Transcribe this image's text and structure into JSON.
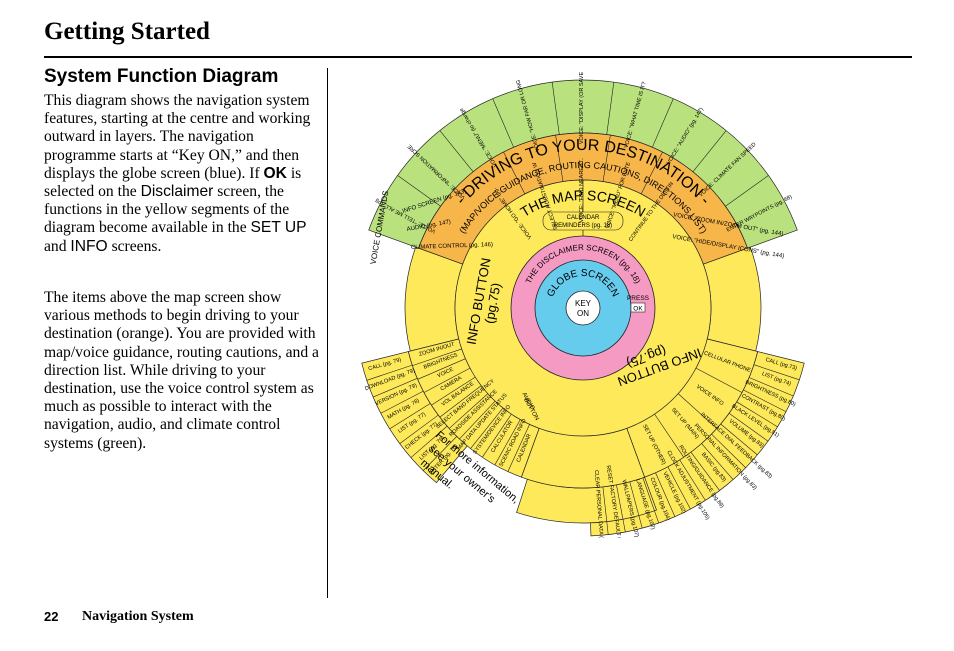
{
  "header": {
    "title": "Getting Started"
  },
  "section": {
    "heading": "System Function Diagram"
  },
  "para1": {
    "a": "This diagram shows the navigation system features, starting at the centre and working outward in layers. The navigation programme starts at “Key ON,” and then displays the globe screen (blue). If ",
    "ok": "OK",
    "b": " is selected on the ",
    "disclaimer": "Disclaimer",
    "c": " screen, the functions in the yellow segments of the diagram become available in the ",
    "setup": "SET UP",
    "d": " and ",
    "info": "INFO",
    "e": " screens."
  },
  "para2": {
    "text": "The items above the map screen show various methods to begin driving to your destination (orange). You are provided with map/voice guidance, routing cautions, and a direction list. While driving to your destination, use the voice control system as much as possible to interact with the navigation, audio, and climate control systems (green)."
  },
  "footer": {
    "page_number": "22",
    "title": "Navigation System"
  },
  "colors": {
    "center_white": "#ffffff",
    "globe_blue": "#66ccee",
    "disclaimer_pink": "#f59ac2",
    "map_yellow": "#fde95a",
    "yellow_outer": "#fde95a",
    "orange": "#f7b64a",
    "green": "#b9e27e",
    "purple": "#c9a6e0",
    "stroke": "#222222"
  },
  "diagram": {
    "key_on": {
      "line1": "KEY",
      "line2": "ON"
    },
    "globe_label": "GLOBE SCREEN",
    "disclaimer_label": "THE DISCLAIMER SCREEN (pg. 18)",
    "press_label": "PRESS",
    "ok_label": "OK",
    "map_screen_label": "THE MAP SCREEN",
    "calendar_reminders": {
      "line1": "CALENDAR",
      "line2": "REMINDERS (pg. 18)"
    },
    "info_button_left": {
      "line1": "INFO BUTTON",
      "line2": "(pg.75)"
    },
    "info_button_right": {
      "line1": "INFO BUTTON",
      "line2": "(pg.75)"
    },
    "audio_button": {
      "line1": "AUDIO",
      "line2": "BUTTON"
    },
    "driving_banner": "- DRIVING TO YOUR DESTINATION -",
    "guidance_banner": "(MAP/VOICE GUIDANCE, ROUTING CAUTIONS, DIRECTIONS LIST)",
    "voice_commands": "VOICE COMMANDS",
    "more_info": {
      "line1": "For more information,",
      "line2": "see your owner's",
      "line3": "manual."
    },
    "orange_items": [
      {
        "text": "VOICE: \"GO HOME\" (pg. 40)"
      },
      {
        "text": "SELECT A DESTINATION WITH (INTERFACE DIAL (pg. 21)"
      },
      {
        "text": "VOICE: \"FIND NEAREST...\" ATM, ETC. (pg. 54)"
      },
      {
        "text": "VOICE: \"MENU\" FOR ENTER DESTINATION SCREEN (pg. 22)"
      },
      {
        "text": "CONTINUE TO THE DESTINATION AFTER RESTART (pg. 67)"
      }
    ],
    "green_items": [
      {
        "text": "VOICE: \"TELL ME ALL\" (pg. 42)"
      },
      {
        "text": "VOICE: \"INFORMATION SCREEN\" (pg. 75)"
      },
      {
        "text": "VOICE: \"MENU\" (to change route) (pg. 62)"
      },
      {
        "text": "VOICE: \"HOW FAR OR LONG TO THE DESTINATION?\" (pg. 56)"
      },
      {
        "text": "VOICE: \"DISPLAY (OR SAVE) CURRENT LOCATION\" (pg. 21)"
      },
      {
        "text": "VOICE: \"WHAT TIME IS IT?\" (pg. 143)"
      },
      {
        "text": "VOICE: \"AUDIO\" (pg. 147)"
      },
      {
        "text": "VOICE: CLIMATE FAN SPEED (pg. 146)"
      },
      {
        "text": "ENTER WAYPOINTS (pg. 68)"
      }
    ],
    "upper_left_items": [
      {
        "text": "INFO SCREEN (pg. 143)"
      },
      {
        "text": "AUDIO (pg. 147)"
      },
      {
        "text": "CLIMATE CONTROL (pg. 146)"
      }
    ],
    "upper_right_items": [
      {
        "text": "VOICE: \"ZOOM IN/ZOOM OUT\" (pg. 144)"
      },
      {
        "text": "VOICE: \"HIDE/DISPLAY ICONS\" (pg. 144)"
      }
    ],
    "left_inner_items": [
      {
        "text": "CALENDAR"
      },
      {
        "text": "SCENIC ROAD INFO"
      },
      {
        "text": "CALCULATOR"
      },
      {
        "text": "SYSTEM/DEVICE INFO"
      },
      {
        "text": "MAP DATA UPDATE STATUS"
      },
      {
        "text": "ROADSIDE ASSISTANCE"
      },
      {
        "text": "SELECT BAND FREQUENCY"
      },
      {
        "text": "VOL BALANCE"
      },
      {
        "text": "CAMERA"
      },
      {
        "text": "VOICE"
      },
      {
        "text": "BRIGHTNESS"
      },
      {
        "text": "ZOOM IN/OUT"
      }
    ],
    "left_outer_items": [
      {
        "text": "ENTER (pg. 76)"
      },
      {
        "text": "LIST (pg. 76)"
      },
      {
        "text": "CHECK (pg. 77)"
      },
      {
        "text": "LIST (pg. 77)"
      },
      {
        "text": "MATH (pg. 78)"
      },
      {
        "text": "VERSION (pg. 79)"
      },
      {
        "text": "DOWNLOAD (pg. 79)"
      },
      {
        "text": "CALL (pg. 79)"
      }
    ],
    "right_inner_items": [
      {
        "text": "CELLULAR PHONE"
      },
      {
        "text": "VOICE INFO"
      },
      {
        "text": "SET UP (MAIN)"
      },
      {
        "text": "SET UP (OTHER)"
      }
    ],
    "right_outer_items": [
      {
        "text": "CALL (pg.73)"
      },
      {
        "text": "LIST (pg.74)"
      },
      {
        "text": "BRIGHTNESS (pg.80)"
      },
      {
        "text": "CONTRAST (pg.80)"
      },
      {
        "text": "BLACK LEVEL (pg.81)"
      },
      {
        "text": "VOLUME (pg.83)"
      },
      {
        "text": "INTERFACE DIAL FEEDBACK (pg.83)"
      },
      {
        "text": "PERSONAL INFORMATION (pg.83)"
      },
      {
        "text": "BASIC (pg.83)"
      },
      {
        "text": "ROUTING/GUIDANCE (pg.89)"
      },
      {
        "text": "CLOCK ADJUSTMENT (pg.105)"
      },
      {
        "text": "VEHICLE (pg.102)"
      },
      {
        "text": "COLOUR (pg.104)"
      },
      {
        "text": "LANGUAGE (pg.107)"
      },
      {
        "text": "WALLPAPERS (pg.107)"
      },
      {
        "text": "RESET FACTORY DEFAULT (pg.108)"
      },
      {
        "text": "CLEAR PERSONAL DATA (pg.109)"
      }
    ]
  }
}
